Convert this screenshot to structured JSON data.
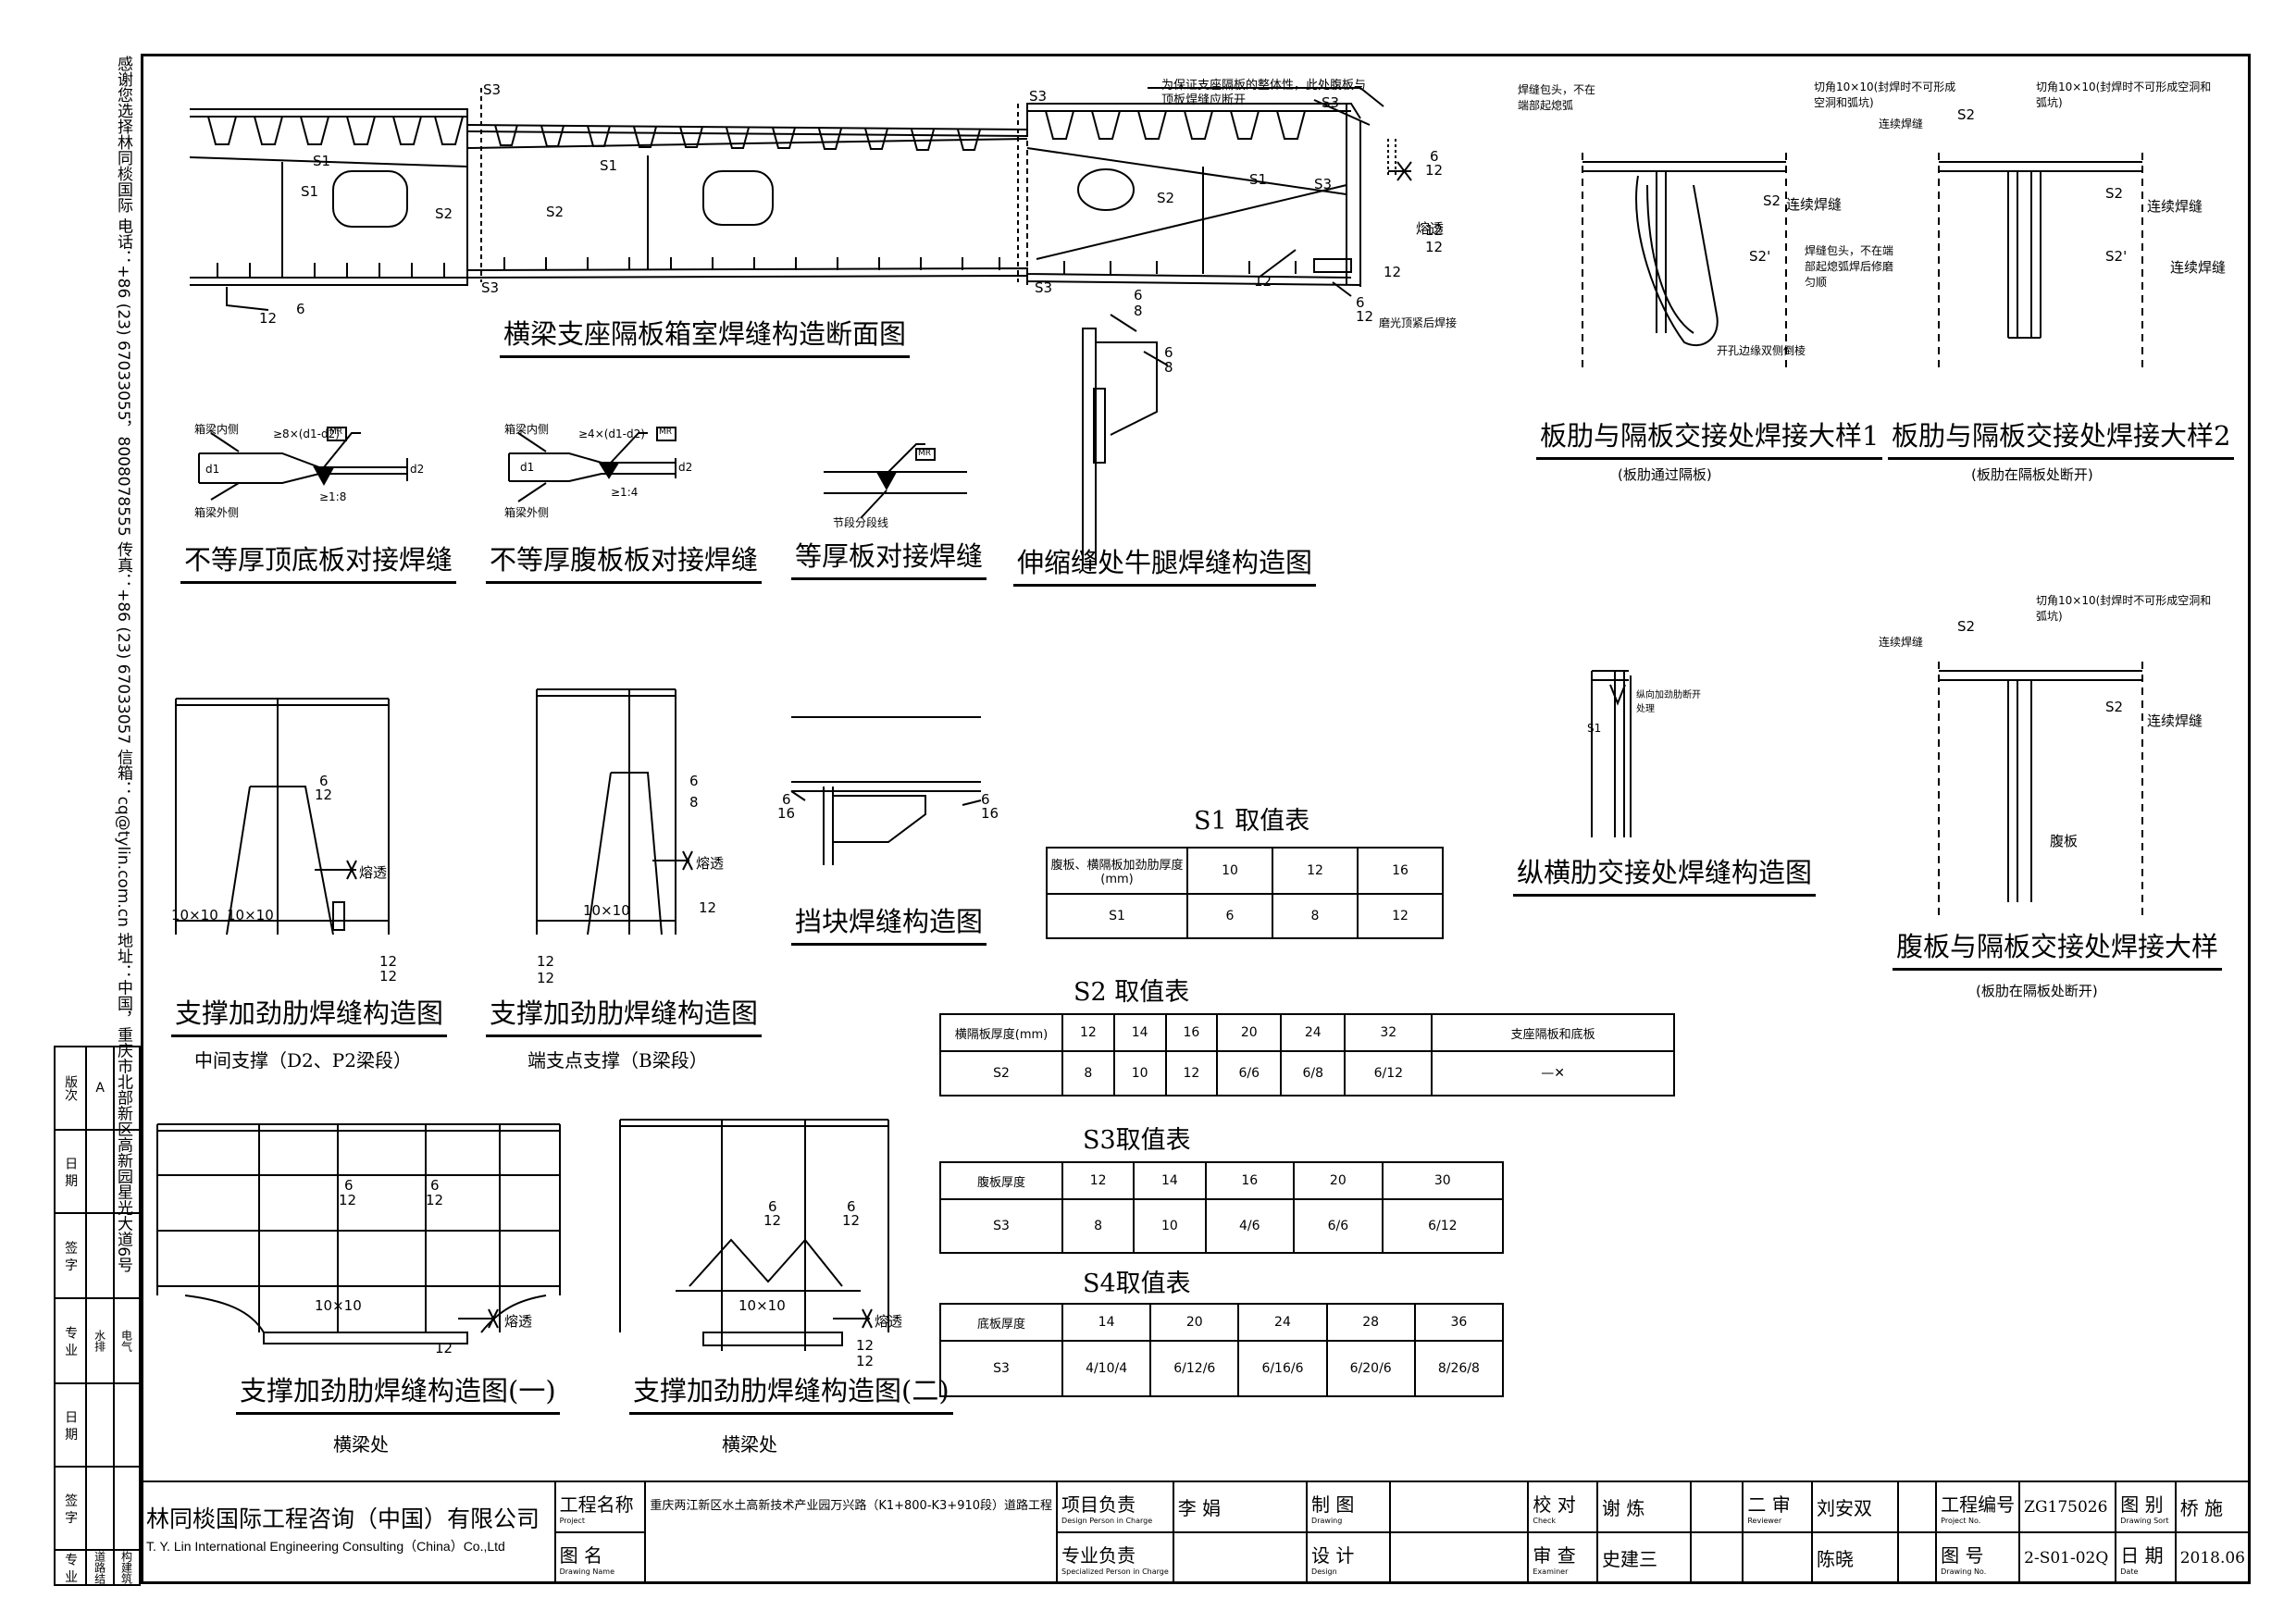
{
  "side_text": "感谢您选择林同棪国际  电话：+86 (23) 67033055，8008078555 传真：+86 (23) 67033057 信箱：cq@tylin.com.cn  地址：中国，重庆市北部新区高新园星光大道6号",
  "revision_table": {
    "version_label": "版次",
    "version_value": "A",
    "date1": "日 期",
    "sign1": "签 字",
    "specialty_label": "专 业",
    "spec_items": [
      "水",
      "排",
      "电",
      "气"
    ],
    "date2": "日 期",
    "sign2": "签 字",
    "spec_bottom_label": "专 业",
    "bottom_items": [
      "道",
      "路",
      "结",
      "构",
      "建",
      "筑"
    ]
  },
  "main_section": {
    "title": "横梁支座隔板箱室焊缝构造断面图",
    "note": "为保证支座隔板的整体性，此处腹板与顶板焊缝应断开",
    "labels": {
      "S1": "S1",
      "S2": "S2",
      "S3": "S3"
    },
    "welds": [
      "6",
      "12",
      "12",
      "12",
      "熔透",
      "6",
      "12",
      "12",
      "12",
      "6",
      "12"
    ],
    "tail_note": "磨光顶紧后焊接"
  },
  "detail1": {
    "title": "板肋与隔板交接处焊接大样1",
    "subtitle": "(板肋通过隔板)",
    "labels": [
      "焊缝包头，不在端部起熄弧",
      "切角10×10(封焊时不可形成空洞和弧坑)",
      "连续焊缝",
      "S2",
      "S2'",
      "焊缝包头，不在端部起熄弧焊后修磨匀顺",
      "开孔边缘双侧倒棱"
    ]
  },
  "detail2": {
    "title": "板肋与隔板交接处焊接大样2",
    "subtitle": "(板肋在隔板处断开)",
    "labels": [
      "连续焊缝",
      "S2",
      "切角10×10(封焊时不可形成空洞和弧坑)",
      "连续焊缝",
      "S2",
      "连续焊缝",
      "S2'"
    ]
  },
  "detail3": {
    "title": "腹板与隔板交接处焊接大样",
    "subtitle": "(板肋在隔板处断开)",
    "labels": [
      "连续焊缝",
      "S2",
      "切角10×10(封焊时不可形成空洞和弧坑)",
      "S2",
      "连续焊缝",
      "腹板"
    ]
  },
  "small_details": {
    "unequal_top": {
      "title": "不等厚顶底板对接焊缝",
      "labels": [
        "箱梁内侧",
        "箱梁外侧",
        "≥8×(d1-d2)",
        "≥1:8",
        "d1",
        "d2",
        "MR"
      ]
    },
    "unequal_web": {
      "title": "不等厚腹板板对接焊缝",
      "labels": [
        "箱梁内侧",
        "箱梁外侧",
        "≥4×(d1-d2)",
        "≥1:4",
        "d1",
        "d2",
        "MR"
      ]
    },
    "equal": {
      "title": "等厚板对接焊缝",
      "labels": [
        "节段分段线",
        "MR"
      ]
    },
    "expansion": {
      "title": "伸缩缝处牛腿焊缝构造图",
      "welds": [
        "6",
        "8",
        "6",
        "8"
      ]
    },
    "stiff_mid": {
      "title": "支撑加劲肋焊缝构造图",
      "subtitle": "中间支撑（D2、P2梁段）",
      "labels": [
        "10×10",
        "10×10",
        "6",
        "12",
        "熔透",
        "12",
        "12"
      ]
    },
    "stiff_end": {
      "title": "支撑加劲肋焊缝构造图",
      "subtitle": "端支点支撑（B梁段）",
      "labels": [
        "10×10",
        "6",
        "8",
        "熔透",
        "12",
        "12",
        "12"
      ]
    },
    "block": {
      "title": "挡块焊缝构造图",
      "labels": [
        "6",
        "16",
        "6",
        "16"
      ]
    },
    "rib_cross": {
      "title": "纵横肋交接处焊缝构造图",
      "labels": [
        "S1",
        "纵向加劲肋断开处理"
      ]
    },
    "stiff1": {
      "title": "支撑加劲肋焊缝构造图(一)",
      "subtitle": "横梁处",
      "labels": [
        "6",
        "12",
        "6",
        "12",
        "10×10",
        "熔透",
        "12"
      ]
    },
    "stiff2": {
      "title": "支撑加劲肋焊缝构造图(二)",
      "subtitle": "横梁处",
      "labels": [
        "6",
        "12",
        "6",
        "12",
        "10×10",
        "熔透",
        "12",
        "12"
      ]
    }
  },
  "tables": {
    "s1": {
      "title": "S1 取值表",
      "head": "腹板、横隔板加劲肋厚度(mm)",
      "cols": [
        "10",
        "12",
        "16"
      ],
      "row_label": "S1",
      "values": [
        "6",
        "8",
        "12"
      ]
    },
    "s2": {
      "title": "S2 取值表",
      "head": "横隔板厚度(mm)",
      "cols": [
        "12",
        "14",
        "16",
        "20",
        "24",
        "32",
        "支座隔板和底板"
      ],
      "row_label": "S2",
      "values": [
        "8",
        "10",
        "12",
        "6/6",
        "6/8",
        "6/12",
        ""
      ]
    },
    "s3": {
      "title": "S3取值表",
      "head": "腹板厚度",
      "cols": [
        "12",
        "14",
        "16",
        "20",
        "30"
      ],
      "row_label": "S3",
      "values": [
        "8",
        "10",
        "4/6",
        "6/6",
        "6/12"
      ]
    },
    "s4": {
      "title": "S4取值表",
      "head": "底板厚度",
      "cols": [
        "14",
        "20",
        "24",
        "28",
        "36"
      ],
      "row_label": "S3",
      "values": [
        "4/10/4",
        "6/12/6",
        "6/16/6",
        "6/20/6",
        "8/26/8"
      ]
    }
  },
  "title_block": {
    "company_cn": "林同棪国际工程咨询（中国）有限公司",
    "company_en": "T. Y. Lin International Engineering Consulting（China）Co.,Ltd",
    "project_label": "工程名称",
    "project_en": "Project",
    "project_name": "重庆两江新区水土高新技术产业园万兴路（K1+800-K3+910段）道路工程",
    "drawing_label": "图 名",
    "drawing_en": "Drawing Name",
    "pm_label": "项目负责",
    "pm_en": "Design Person in Charge",
    "pm_name": "李 娟",
    "spec_label": "专业负责",
    "spec_en": "Specialized Person in Charge",
    "spec_name": "",
    "draw_label": "制 图",
    "draw_en": "Drawing",
    "design_label": "设 计",
    "design_en": "Design",
    "check_label": "校 对",
    "check_en": "Check",
    "check_name": "谢 炼",
    "exam_label": "审 查",
    "exam_en": "Examiner",
    "exam_name": "史建三",
    "review_label": "二 审",
    "review_en": "Reviewer",
    "review_name": "刘安双",
    "review_name2": "陈晓",
    "projno_label": "工程编号",
    "projno_en": "Project No.",
    "projno": "ZG175026",
    "sort_label": "图 别",
    "sort_en": "Drawing Sort",
    "sort": "桥 施",
    "dwgno_label": "图 号",
    "dwgno_en": "Drawing No.",
    "dwgno": "2-S01-02Q",
    "date_label": "日 期",
    "date_en": "Date",
    "date": "2018.06"
  }
}
